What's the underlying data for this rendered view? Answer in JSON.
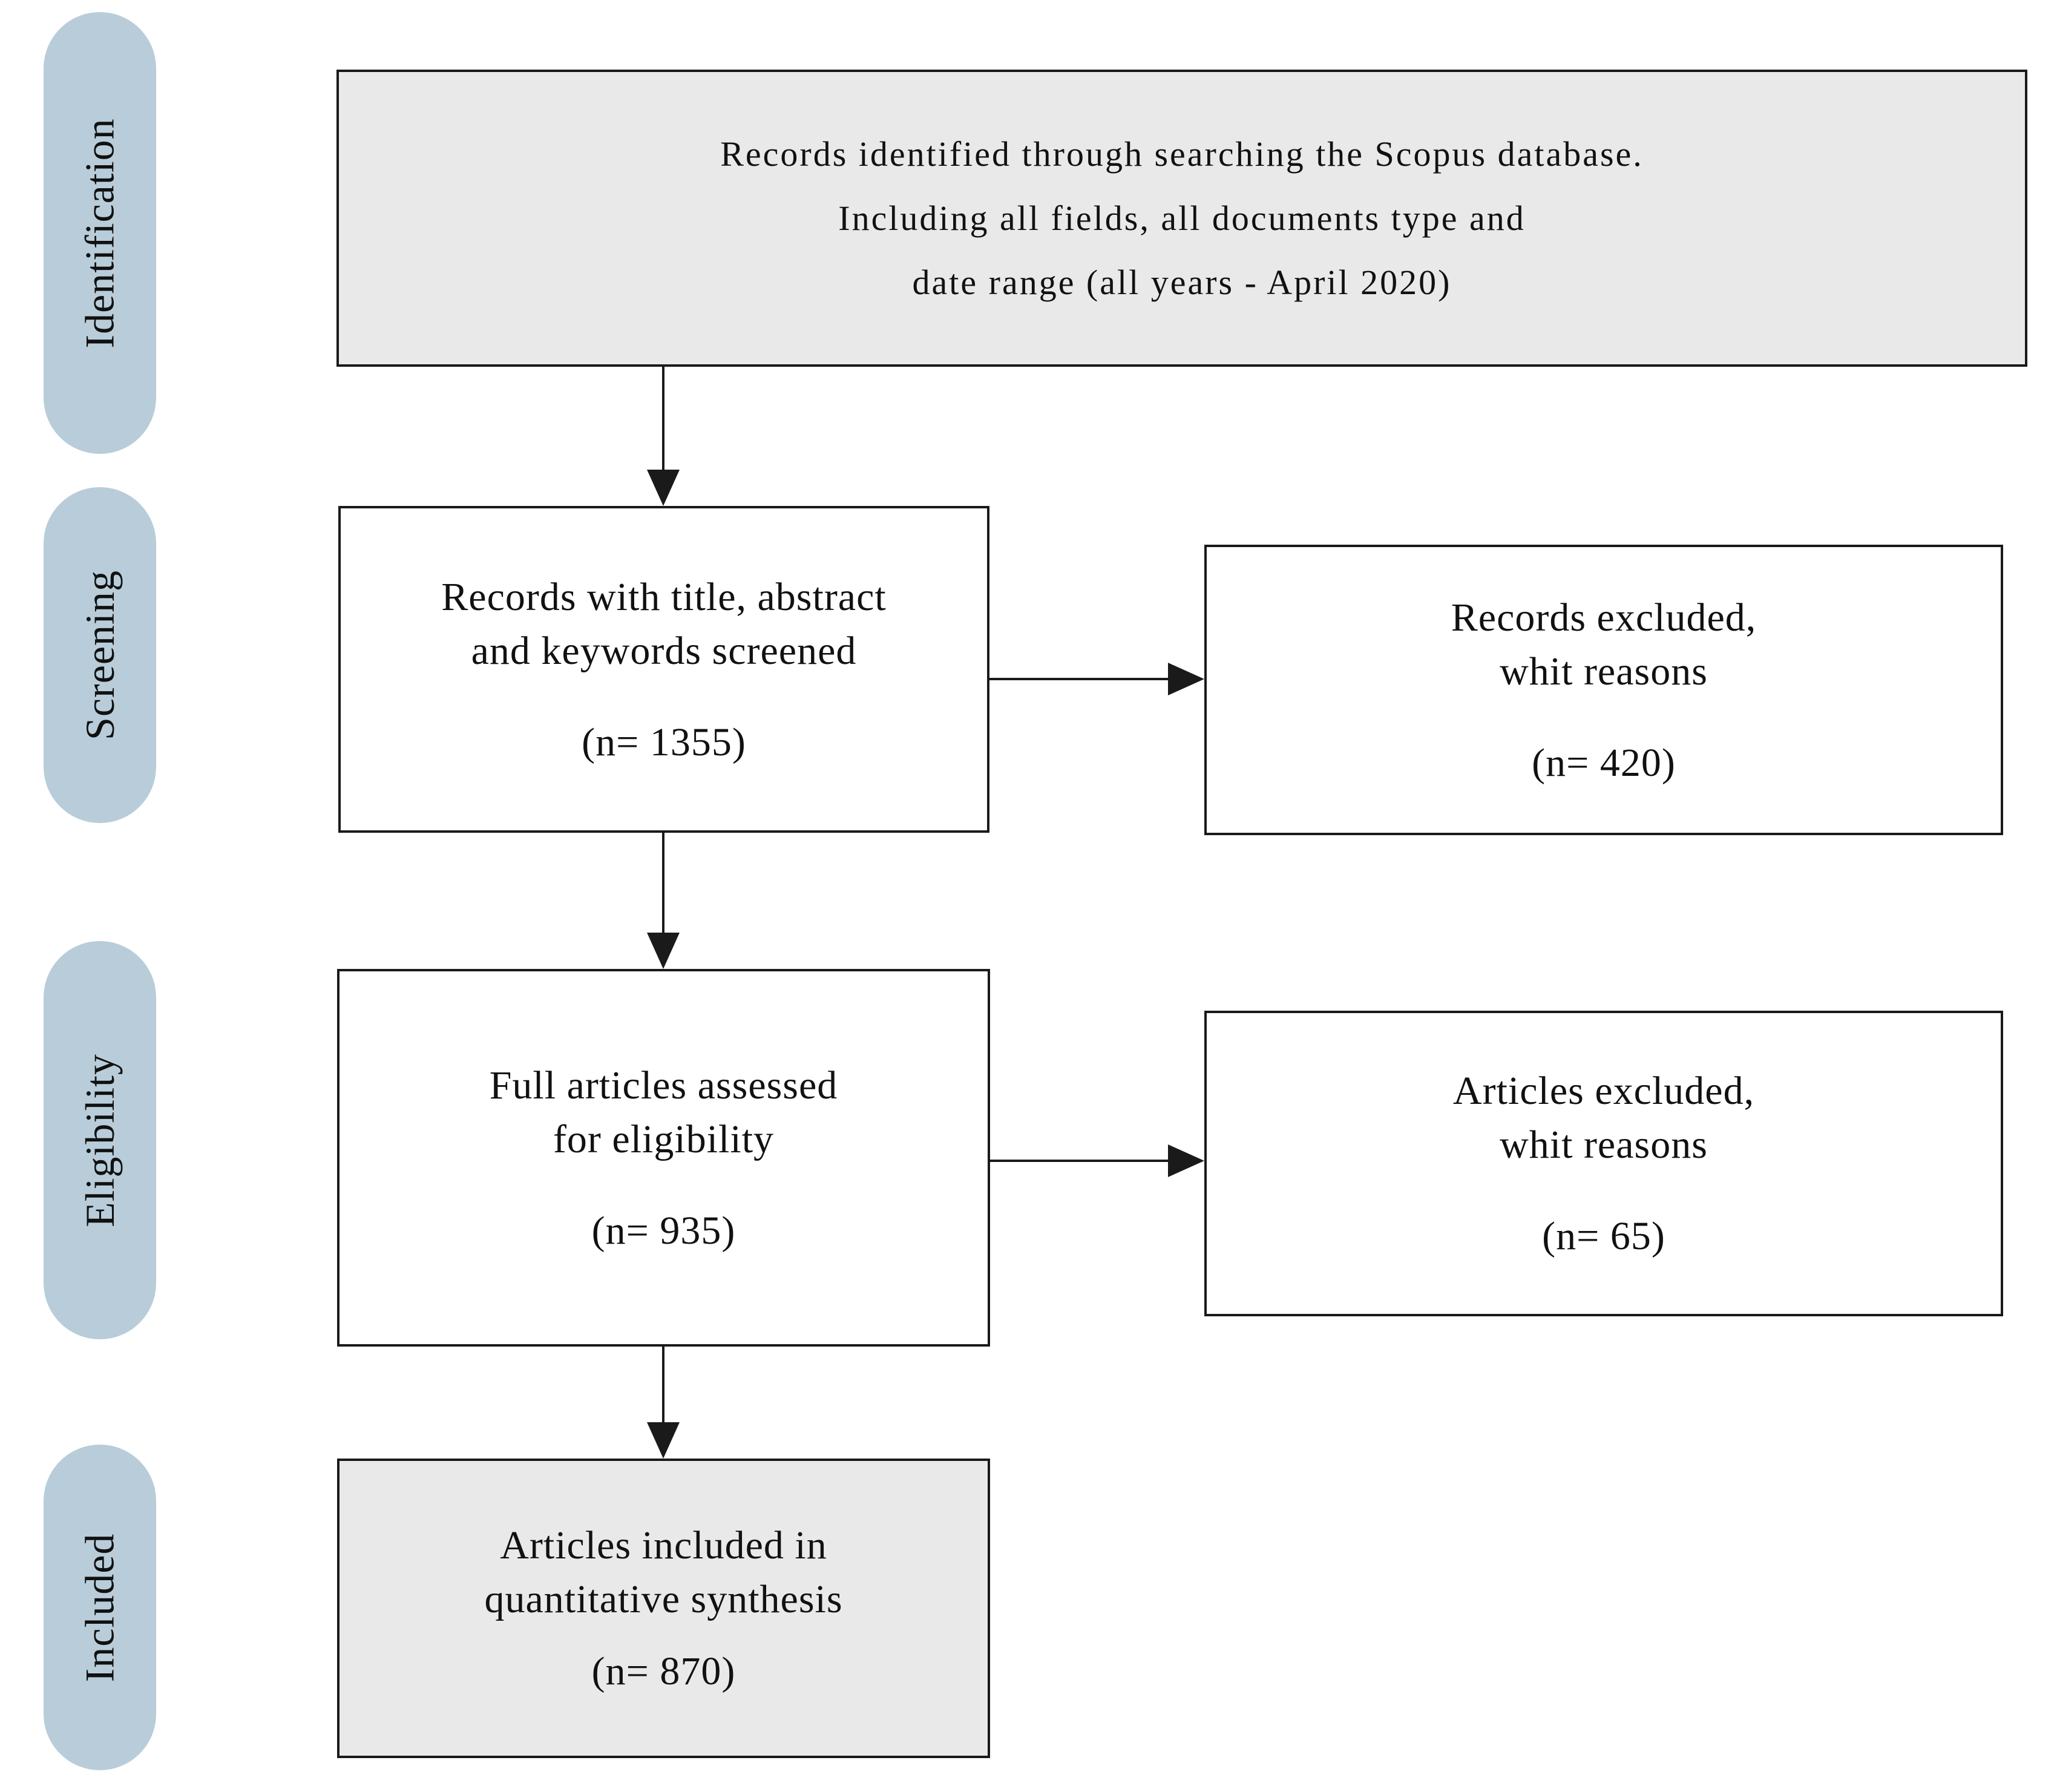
{
  "colors": {
    "stage_pill": "#b8cdd9",
    "box_gray": "#e9e9e9",
    "box_white": "#ffffff",
    "border": "#1a1a1a"
  },
  "stages": [
    {
      "label": "Identification"
    },
    {
      "label": "Screening"
    },
    {
      "label": "Eligibility"
    },
    {
      "label": "Included"
    }
  ],
  "flow": {
    "identified": {
      "line1": "Records identified through searching the Scopus database.",
      "line2": "Including all fields, all documents type and",
      "line3": "date range (all years - April 2020)"
    },
    "screened": {
      "line1": "Records with title, abstract",
      "line2": "and keywords screened",
      "count": "(n= 1355)"
    },
    "records_excluded": {
      "line1": "Records excluded,",
      "line2": "whit reasons",
      "count": "(n= 420)"
    },
    "assessed": {
      "line1": "Full articles assessed",
      "line2": "for eligibility",
      "count": "(n= 935)"
    },
    "articles_excluded": {
      "line1": "Articles excluded,",
      "line2": "whit reasons",
      "count": "(n= 65)"
    },
    "included": {
      "line1": "Articles included in",
      "line2": "quantitative synthesis",
      "count": "(n= 870)"
    }
  }
}
